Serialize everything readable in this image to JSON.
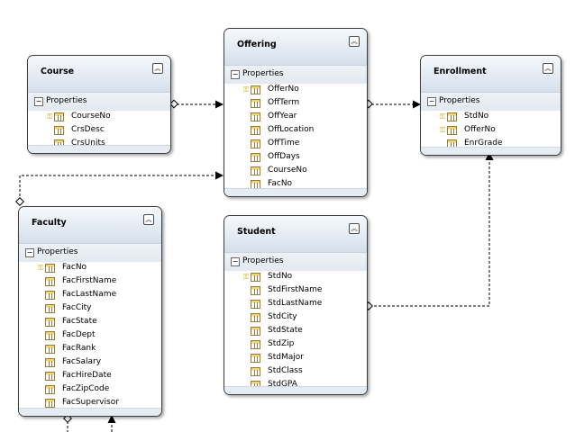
{
  "entities": {
    "course": {
      "title": "Course",
      "section": "Properties",
      "fields": [
        {
          "name": "CourseNo",
          "key": true
        },
        {
          "name": "CrsDesc",
          "key": false
        },
        {
          "name": "CrsUnits",
          "key": false
        }
      ]
    },
    "offering": {
      "title": "Offering",
      "section": "Properties",
      "fields": [
        {
          "name": "OfferNo",
          "key": true
        },
        {
          "name": "OffTerm",
          "key": false
        },
        {
          "name": "OffYear",
          "key": false
        },
        {
          "name": "OffLocation",
          "key": false
        },
        {
          "name": "OffTime",
          "key": false
        },
        {
          "name": "OffDays",
          "key": false
        },
        {
          "name": "CourseNo",
          "key": false
        },
        {
          "name": "FacNo",
          "key": false
        }
      ]
    },
    "enrollment": {
      "title": "Enrollment",
      "section": "Properties",
      "fields": [
        {
          "name": "StdNo",
          "key": true
        },
        {
          "name": "OfferNo",
          "key": true
        },
        {
          "name": "EnrGrade",
          "key": false
        }
      ]
    },
    "faculty": {
      "title": "Faculty",
      "section": "Properties",
      "fields": [
        {
          "name": "FacNo",
          "key": true
        },
        {
          "name": "FacFirstName",
          "key": false
        },
        {
          "name": "FacLastName",
          "key": false
        },
        {
          "name": "FacCity",
          "key": false
        },
        {
          "name": "FacState",
          "key": false
        },
        {
          "name": "FacDept",
          "key": false
        },
        {
          "name": "FacRank",
          "key": false
        },
        {
          "name": "FacSalary",
          "key": false
        },
        {
          "name": "FacHireDate",
          "key": false
        },
        {
          "name": "FacZipCode",
          "key": false
        },
        {
          "name": "FacSupervisor",
          "key": false
        }
      ]
    },
    "student": {
      "title": "Student",
      "section": "Properties",
      "fields": [
        {
          "name": "StdNo",
          "key": true
        },
        {
          "name": "StdFirstName",
          "key": false
        },
        {
          "name": "StdLastName",
          "key": false
        },
        {
          "name": "StdCity",
          "key": false
        },
        {
          "name": "StdState",
          "key": false
        },
        {
          "name": "StdZip",
          "key": false
        },
        {
          "name": "StdMajor",
          "key": false
        },
        {
          "name": "StdClass",
          "key": false
        },
        {
          "name": "StdGPA",
          "key": false
        }
      ]
    }
  },
  "icons": {
    "collapse": "double-chevron-up-icon",
    "section_toggle": "minus-box-icon",
    "key": "key-icon",
    "column": "column-icon"
  },
  "colors": {
    "border": "#3c3c3c",
    "header": "#dfe6ef",
    "key": "#d4a017",
    "column": "#f6d36b",
    "connector": "#000000"
  }
}
